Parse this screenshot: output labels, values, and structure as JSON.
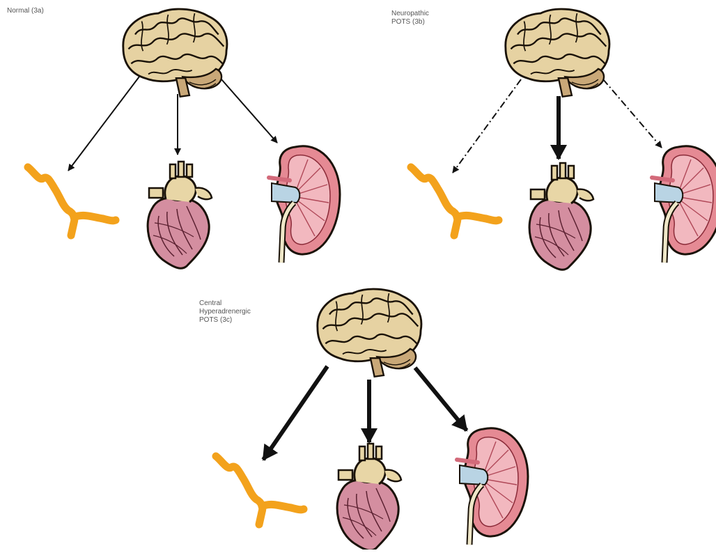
{
  "panels": [
    {
      "id": "3a",
      "label": "Normal (3a)",
      "signal": {
        "vessel": "normal",
        "heart": "normal",
        "kidney": "normal"
      }
    },
    {
      "id": "3b",
      "label": "Neuropathic\nPOTS (3b)",
      "signal": {
        "vessel": "reduced",
        "heart": "increased",
        "kidney": "reduced"
      }
    },
    {
      "id": "3c",
      "label": "Central\nHyperadrenergic\nPOTS (3c)",
      "signal": {
        "vessel": "increased",
        "heart": "increased",
        "kidney": "increased"
      }
    }
  ],
  "icons": [
    "brain-icon",
    "blood-vessel-icon",
    "heart-icon",
    "kidney-icon"
  ],
  "colors": {
    "vessel": "#f5a623",
    "brain": "#e8d5a8",
    "heart": "#d98a9c",
    "kidney": "#e8949c",
    "arrow": "#111111"
  }
}
